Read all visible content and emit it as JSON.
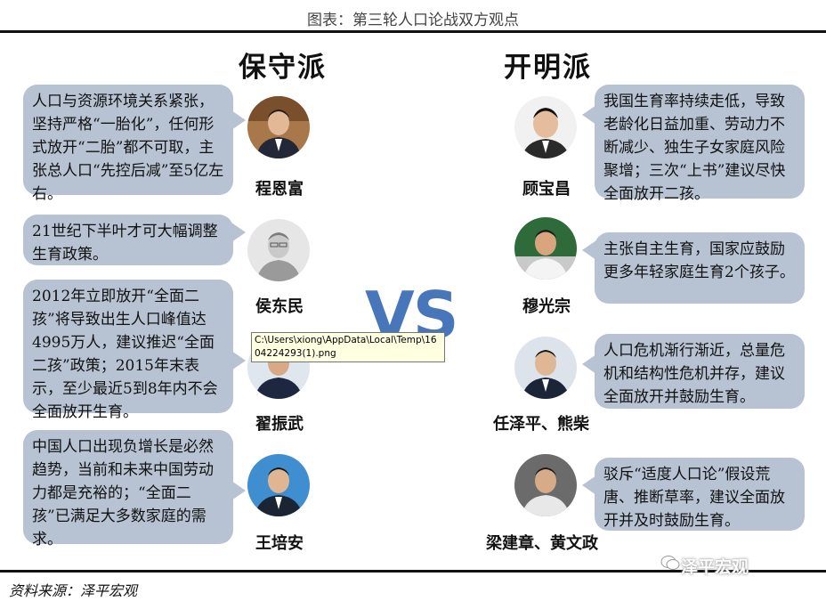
{
  "title": "图表：第三轮人口论战双方观点",
  "conservative": {
    "heading": "保守派",
    "people": [
      {
        "name": "程恩富",
        "view": "人口与资源环境关系紧张，坚持严格“一胎化”，任何形式放开“二胎”都不可取，主张总人口“先控后减”至5亿左右。"
      },
      {
        "name": "侯东民",
        "view": "21世纪下半叶才可大幅调整生育政策。"
      },
      {
        "name": "翟振武",
        "view": "2012年立即放开“全面二孩”将导致出生人口峰值达4995万人，建议推迟“全面二孩”政策；2015年末表示，至少最近5到8年内不会全面放开生育。"
      },
      {
        "name": "王培安",
        "view": "中国人口出现负增长是必然趋势，当前和未来中国劳动力都是充裕的；“全面二孩”已满足大多数家庭的需求。"
      }
    ]
  },
  "liberal": {
    "heading": "开明派",
    "people": [
      {
        "name": "顾宝昌",
        "view": "我国生育率持续走低，导致老龄化日益加重、劳动力不断减少、独生子女家庭风险聚增；三次“上书”建议尽快全面放开二孩。"
      },
      {
        "name": "穆光宗",
        "view": "主张自主生育，国家应鼓励更多年轻家庭生育2个孩子。"
      },
      {
        "name": "任泽平、熊柴",
        "view": "人口危机渐行渐近，总量危机和结构性危机并存，建议全面放开并鼓励生育。"
      },
      {
        "name": "梁建章、黄文政",
        "view": "驳斥“适度人口论”假设荒唐、推断草率，建议全面放开并及时鼓励生育。"
      }
    ]
  },
  "vs": "VS",
  "tooltip": "C:\\Users\\xiong\\AppData\\Local\\Temp\\1604224293(1).png",
  "source": "资料来源：泽平宏观",
  "watermark": "泽平宏观",
  "colors": {
    "bubble": "#b7c2d3",
    "vs": "#3f6fb8",
    "rule": "#111111"
  }
}
